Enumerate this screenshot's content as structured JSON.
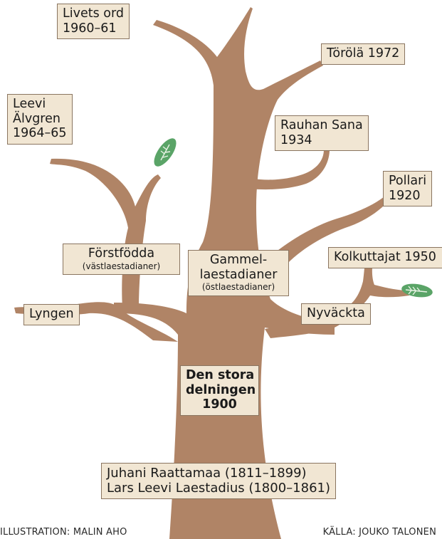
{
  "branches": {
    "livets_ord": "Livets ord\n1960–61",
    "torola": "Törölä 1972",
    "leevi_alvgren": "Leevi\nÄlvgren\n1964–65",
    "rauhan_sana": "Rauhan Sana\n1934",
    "pollari": "Pollari\n1920",
    "forstfodda": "Förstfödda",
    "forstfodda_sub": "(västlaestadianer)",
    "gammel": "Gammel-\nlaestadianer",
    "gammel_sub": "(östlaestadianer)",
    "kolkuttajat": "Kolkuttajat 1950",
    "lyngen": "Lyngen",
    "nyvackta": "Nyväckta",
    "den_stora": "Den stora\ndelningen\n1900",
    "roots": "Juhani Raattamaa (1811–1899)\nLars Leevi Laestadius (1800–1861)"
  },
  "credits": {
    "illustration": "ILLUSTRATION: MALIN AHO",
    "source": "KÄLLA: JOUKO TALONEN"
  },
  "colors": {
    "trunk": "#b08466",
    "leaf": "#5aa467",
    "box": "#f1e6d3"
  }
}
